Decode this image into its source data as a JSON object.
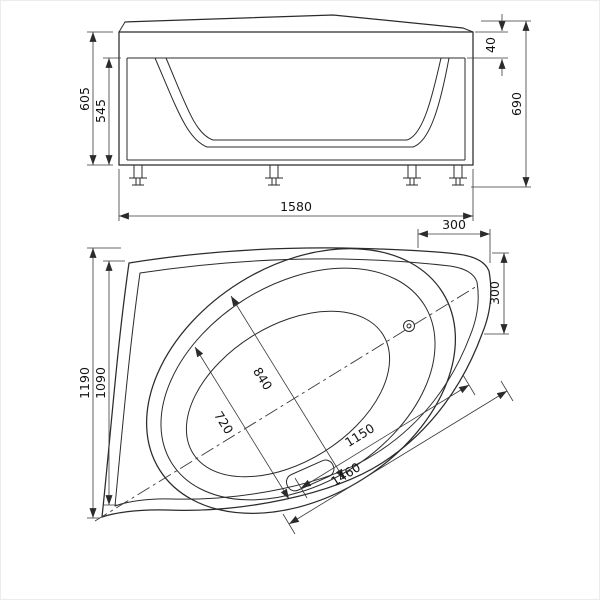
{
  "front_view": {
    "height_overall": "605",
    "height_body": "545",
    "rim_height": "40",
    "height_with_legs": "690",
    "length": "1580"
  },
  "plan_view": {
    "corner_offset_x": "300",
    "corner_offset_y": "300",
    "width": "1190",
    "width_inner": "1090",
    "bowl_width": "840",
    "bowl_bottom_width": "720",
    "bowl_length_inner": "1150",
    "bowl_length": "1460"
  }
}
